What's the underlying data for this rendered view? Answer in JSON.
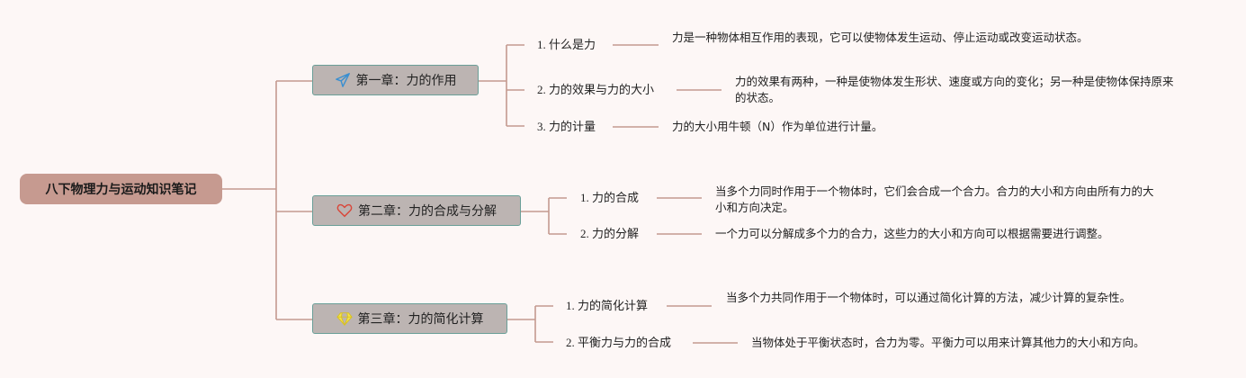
{
  "root": {
    "title": "八下物理力与运动知识笔记"
  },
  "chapters": [
    {
      "title": "第一章：力的作用",
      "icon": "paper-plane-icon",
      "items": [
        {
          "label": "1. 什么是力",
          "desc": "力是一种物体相互作用的表现，它可以使物体发生运动、停止运动或改变运动状态。"
        },
        {
          "label": "2. 力的效果与力的大小",
          "desc": "力的效果有两种，一种是使物体发生形状、速度或方向的变化；另一种是使物体保持原来的状态。"
        },
        {
          "label": "3. 力的计量",
          "desc": "力的大小用牛顿（N）作为单位进行计量。"
        }
      ]
    },
    {
      "title": "第二章：力的合成与分解",
      "icon": "heart-icon",
      "items": [
        {
          "label": "1. 力的合成",
          "desc": "当多个力同时作用于一个物体时，它们会合成一个合力。合力的大小和方向由所有力的大小和方向决定。"
        },
        {
          "label": "2. 力的分解",
          "desc": "一个力可以分解成多个力的合力，这些力的大小和方向可以根据需要进行调整。"
        }
      ]
    },
    {
      "title": "第三章：力的简化计算",
      "icon": "diamond-icon",
      "items": [
        {
          "label": "1. 力的简化计算",
          "desc": "当多个力共同作用于一个物体时，可以通过简化计算的方法，减少计算的复杂性。"
        },
        {
          "label": "2. 平衡力与力的合成",
          "desc": "当物体处于平衡状态时，合力为零。平衡力可以用来计算其他力的大小和方向。"
        }
      ]
    }
  ],
  "colors": {
    "line": "#c49a8f",
    "root": "#c69a90",
    "chapter_fill": "#bcb4b2",
    "chapter_border": "#6a9f98",
    "background": "#fdf7f6"
  }
}
